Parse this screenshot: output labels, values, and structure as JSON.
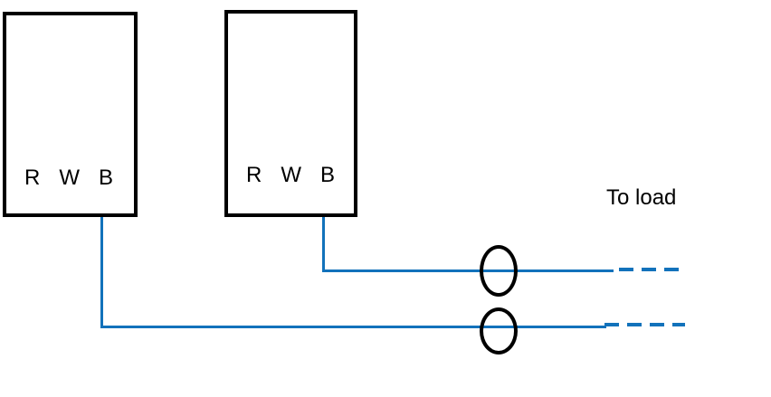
{
  "boxes": [
    {
      "terminals": [
        "R",
        "W",
        "B"
      ]
    },
    {
      "terminals": [
        "R",
        "W",
        "B"
      ]
    }
  ],
  "labels": {
    "to_load": "To load"
  },
  "colors": {
    "wire_blue": "#1272BB",
    "outline_black": "#000000"
  }
}
